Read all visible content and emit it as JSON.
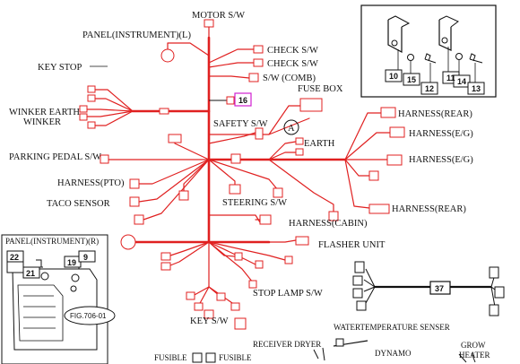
{
  "labels": {
    "motor_sw": "MOTOR S/W",
    "panel_instrument_l": "PANEL(INSTRUMENT)(L)",
    "check_sw_1": "CHECK S/W",
    "check_sw_2": "CHECK S/W",
    "sw_comb": "S/W (COMB)",
    "key_stop": "KEY STOP",
    "fuse_box": "FUSE BOX",
    "winker_earth": "WINKER EARTH",
    "winker": "WINKER",
    "safety_sw": "SAFETY S/W",
    "earth": "EARTH",
    "harness_rear_1": "HARNESS(REAR)",
    "harness_eg_1": "HARNESS(E/G)",
    "harness_eg_2": "HARNESS(E/G)",
    "parking_pedal_sw": "PARKING PEDAL S/W",
    "harness_pto": "HARNESS(PTO)",
    "taco_sensor": "TACO SENSOR",
    "steering_sw": "STEERING S/W",
    "harness_rear_2": "HARNESS(REAR)",
    "harness_cabin": "HARNESS(CABIN)",
    "panel_instrument_r": "PANEL(INSTRUMENT)(R)",
    "flasher_unit": "FLASHER UNIT",
    "stop_lamp_sw": "STOP LAMP S/W",
    "key_sw": "KEY S/W",
    "water_temperature_senser": "WATERTEMPERATURE SENSER",
    "receiver_dryer": "RECEIVER DRYER",
    "dynamo": "DYNAMO",
    "grow_heater_1": "GROW",
    "grow_heater_2": "HEATER",
    "fusible_1": "FUSIBLE",
    "fusible_2": "FUSIBLE",
    "fig_ref": "FIG.706-01",
    "callout_a": "A"
  },
  "part_numbers": {
    "harness_main": "16",
    "harness_small": "37",
    "bracket_10": "10",
    "nut_15": "15",
    "bolt_12": "12",
    "bracket_11": "11",
    "nut_14": "14",
    "bolt_13": "13",
    "bolt_22": "22",
    "bracket_21": "21",
    "nut_19": "19",
    "part_9": "9"
  },
  "colors": {
    "wire": "#e02020",
    "line": "#111111",
    "callout_box": "#d020d0"
  }
}
